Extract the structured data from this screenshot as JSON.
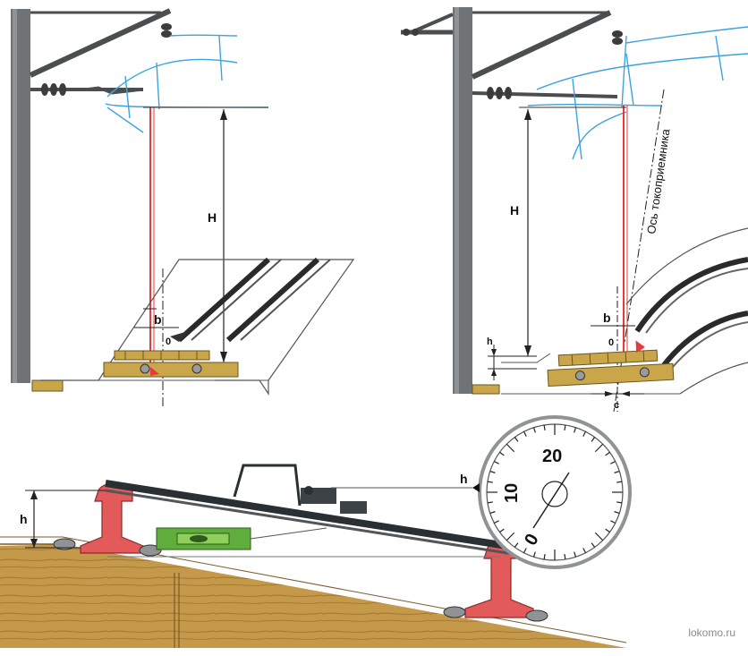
{
  "labels": {
    "left_H": "H",
    "left_b": "b",
    "left_zero": "0",
    "right_H": "H",
    "right_b": "b",
    "right_h": "h",
    "right_zero": "0",
    "right_c": "c",
    "pantograph_axis": "Ось токоприемника",
    "bottom_h": "h",
    "dial_h": "h"
  },
  "dial": {
    "ticks": [
      "20",
      "10",
      "0"
    ]
  },
  "watermark": "lokomo.ru",
  "colors": {
    "pole": "#6f7376",
    "wire_blue": "#3aa3e0",
    "plumb_red": "#e53b3b",
    "gauge_wood": "#c9a64a",
    "ground_wood": "#b88c3c",
    "rail_red": "#e25a5a"
  }
}
